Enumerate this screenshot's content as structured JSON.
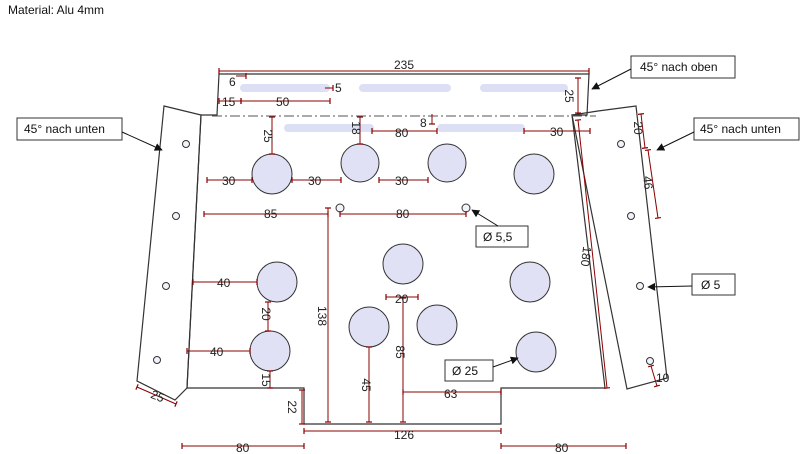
{
  "material": "Material: Alu 4mm",
  "callouts": {
    "top_bend": "45° nach oben",
    "left_bend": "45° nach unten",
    "right_bend": "45° nach unten",
    "small_hole": "Ø 5,5",
    "side_hole": "Ø 5",
    "big_hole": "Ø 25"
  },
  "dims": {
    "top_width": "235",
    "d6": "6",
    "d5": "5",
    "d15a": "15",
    "d50": "50",
    "d25_top_right": "25",
    "d8": "8",
    "d25_slot": "25",
    "d18": "18",
    "d80_slots": "80",
    "d30_right": "30",
    "d20_right": "20",
    "d46": "46",
    "d30a": "30",
    "d30b": "30",
    "d30c": "30",
    "d85": "85",
    "d80_mid": "80",
    "d180": "180",
    "d40a": "40",
    "d20a": "20",
    "d20b": "20",
    "d138": "138",
    "d85v": "85",
    "d40b": "40",
    "d15b": "15",
    "d45": "45",
    "d63": "63",
    "d10": "10",
    "d25_left": "25",
    "d22": "22",
    "d126": "126",
    "d80_bl": "80",
    "d80_br": "80"
  }
}
